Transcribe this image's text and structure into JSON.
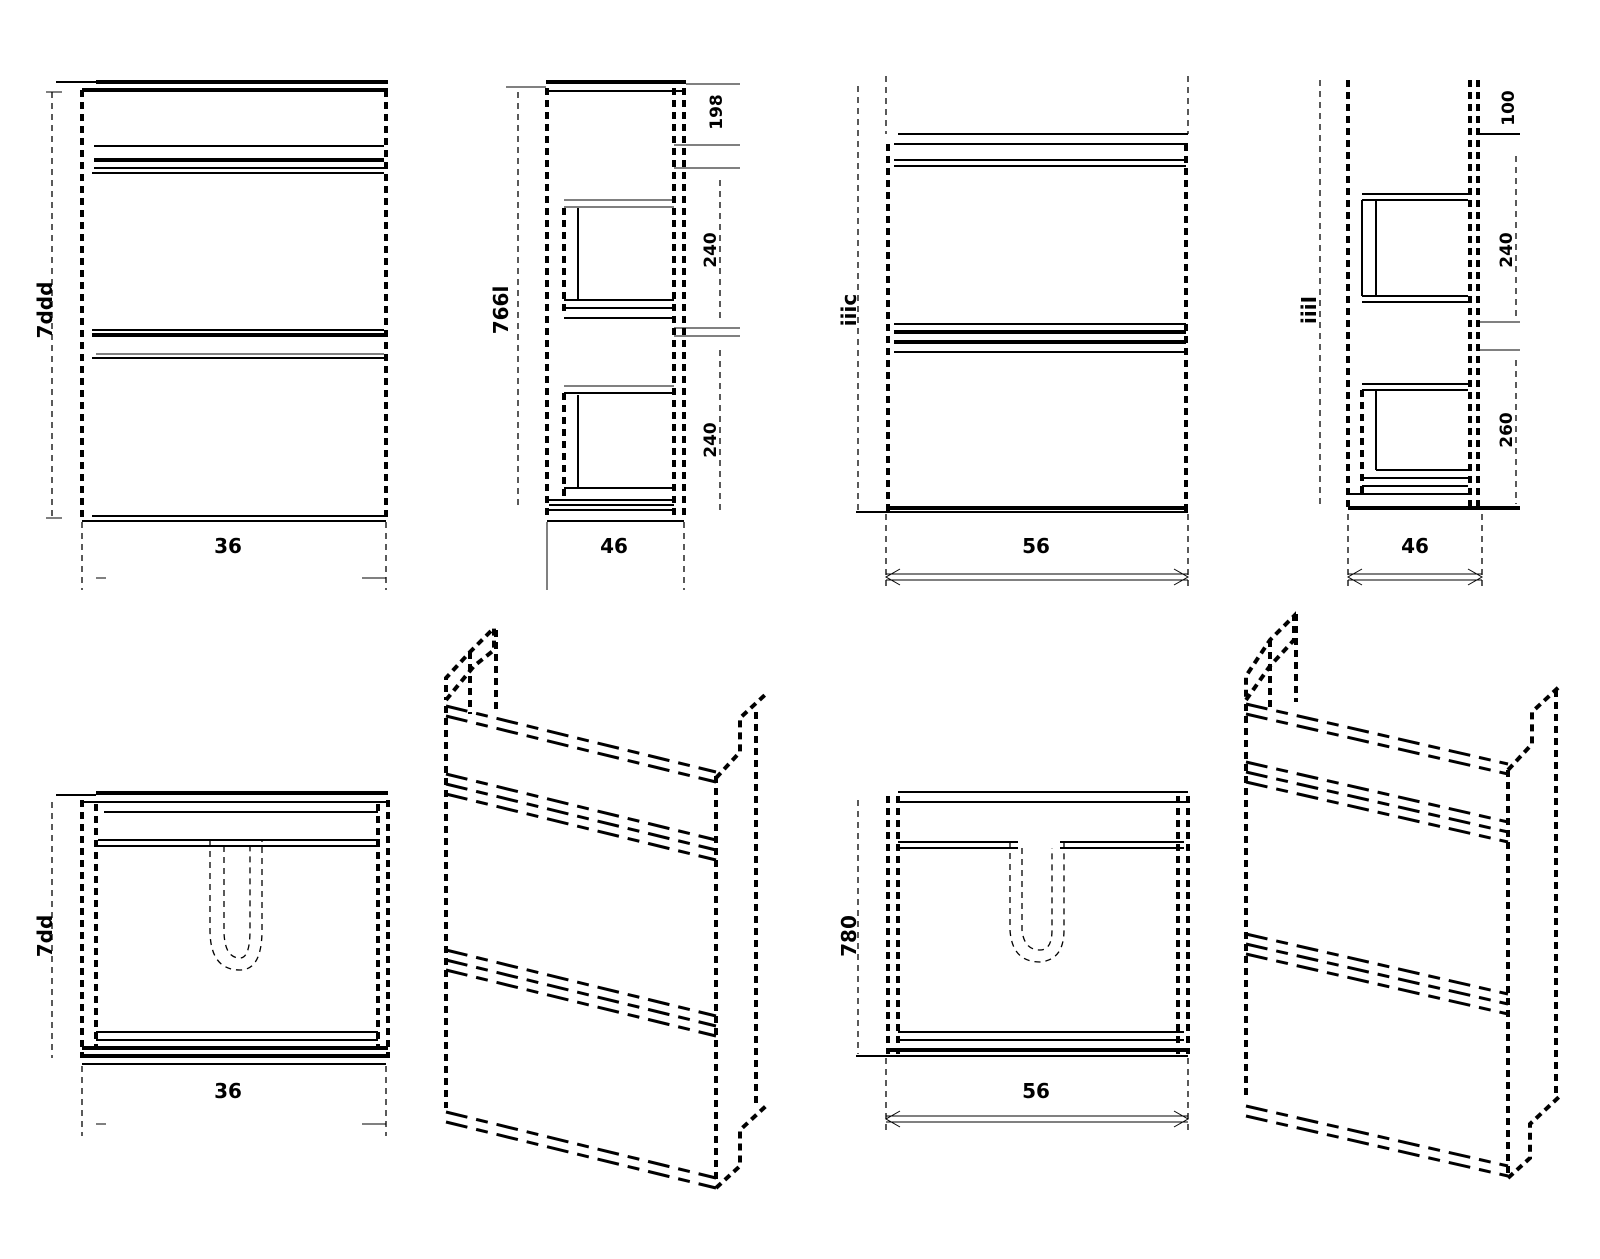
{
  "drawing": {
    "front_view_1": {
      "height_label": "7ddd",
      "width_label": "36"
    },
    "side_view_1": {
      "height_label": "766l",
      "width_label": "46",
      "top_section_label": "198",
      "upper_drawer_label": "240",
      "lower_drawer_label": "240"
    },
    "front_view_2": {
      "height_label": "iiic",
      "width_label": "56"
    },
    "side_view_2": {
      "height_label": "iiiI",
      "width_label": "46",
      "top_section_label": "100",
      "upper_drawer_label": "240",
      "lower_drawer_label": "260"
    },
    "sink_front_view_1": {
      "height_label": "7dd",
      "width_label": "36"
    },
    "sink_front_view_2": {
      "height_label": "780",
      "width_label": "56"
    }
  }
}
